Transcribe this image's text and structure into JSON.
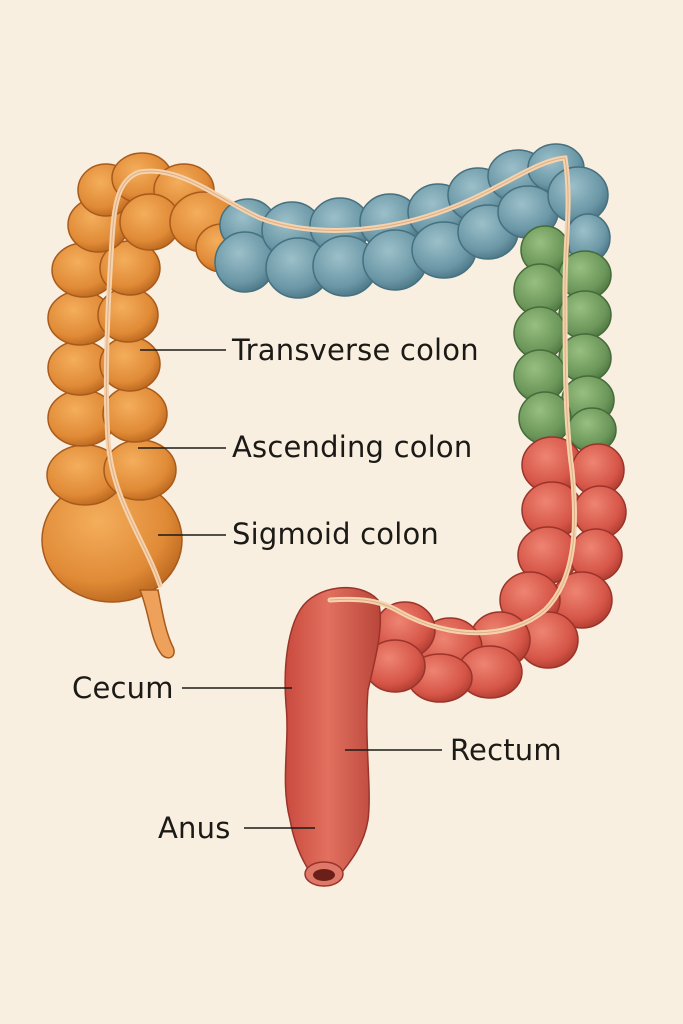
{
  "labels": {
    "transverse_colon": "Transverse colon",
    "ascending_colon": "Ascending colon",
    "sigmoid_colon": "Sigmoid colon",
    "cecum": "Cecum",
    "rectum": "Rectum",
    "anus": "Anus"
  },
  "colors": {
    "background": "#f8efe0",
    "ascending_orange": "#e08c38",
    "transverse_blue": "#6e9aa8",
    "descending_green": "#6f9a5e",
    "sigmoid_rectum_red": "#d9574a",
    "taenia_band": "#f1c9a3",
    "leader_line": "#1c1a17"
  }
}
